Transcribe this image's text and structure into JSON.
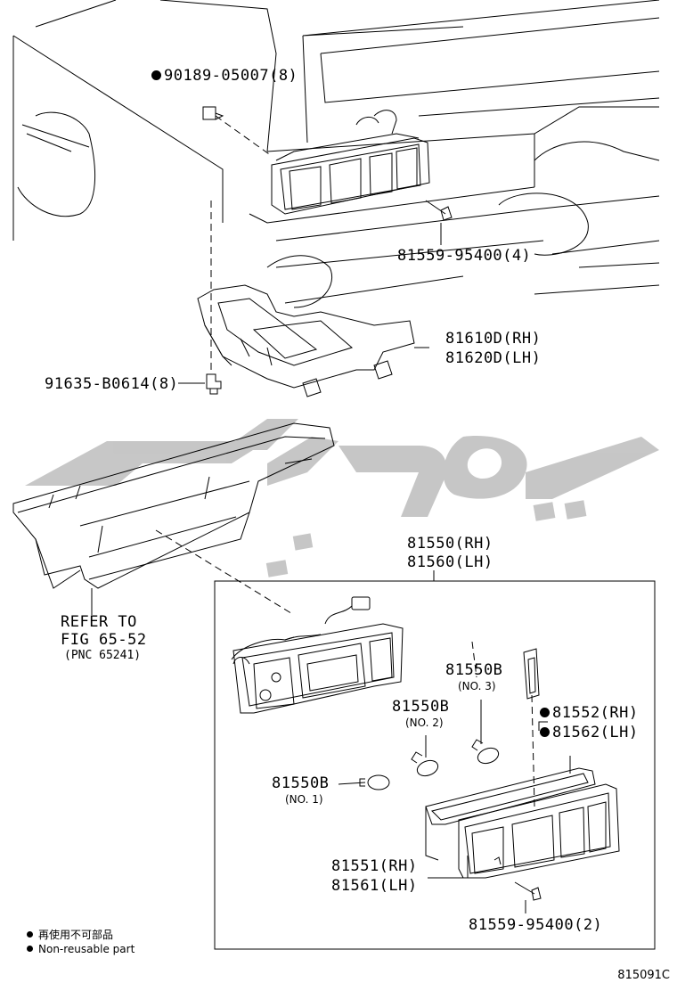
{
  "callouts": {
    "screw_top": {
      "text": "90189-05007(8)",
      "nonreusable": true
    },
    "tap_screw_top": {
      "text": "81559-95400(4)"
    },
    "bracket_rh": {
      "text": "81610D(RH)"
    },
    "bracket_lh": {
      "text": "81620D(LH)"
    },
    "bolt": {
      "text": "91635-B0614(8)"
    },
    "refer_line1": {
      "text": "REFER TO"
    },
    "refer_line2": {
      "text": "FIG 65-52"
    },
    "refer_line3": {
      "text": "(PNC 65241)"
    },
    "lamp_assy_rh": {
      "text": "81550(RH)"
    },
    "lamp_assy_lh": {
      "text": "81560(LH)"
    },
    "bulb_no3": {
      "text": "81550B",
      "sub": "(NO. 3)"
    },
    "bulb_no2": {
      "text": "81550B",
      "sub": "(NO. 2)"
    },
    "bulb_no1": {
      "text": "81550B",
      "sub": "(NO. 1)"
    },
    "gasket_rh": {
      "text": "81552(RH)",
      "nonreusable": true
    },
    "gasket_lh": {
      "text": "81562(LH)",
      "nonreusable": true
    },
    "lens_rh": {
      "text": "81551(RH)"
    },
    "lens_lh": {
      "text": "81561(LH)"
    },
    "tap_screw_bottom": {
      "text": "81559-95400(2)"
    }
  },
  "legend": {
    "line1": "再使用不可部品",
    "line2": "Non-reusable part"
  },
  "figure_id": "815091C",
  "watermark": {
    "color": "#bdbdbd"
  }
}
